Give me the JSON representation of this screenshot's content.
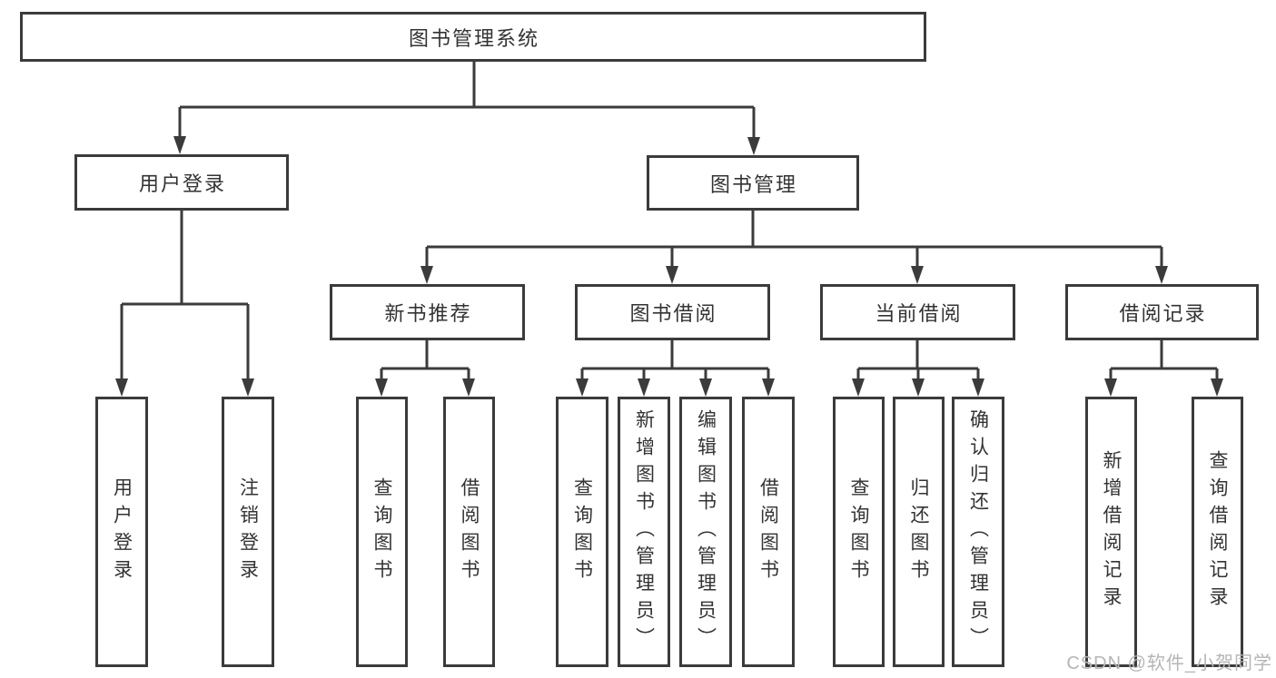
{
  "nodes": {
    "root": "图书管理系统",
    "user_login": "用户登录",
    "book_management": "图书管理",
    "new_book_recommend": "新书推荐",
    "book_borrow": "图书借阅",
    "current_borrow": "当前借阅",
    "borrow_records": "借阅记录",
    "leaves": {
      "user": [
        "用户登录",
        "注销登录"
      ],
      "new_book": [
        "查询图书",
        "借阅图书"
      ],
      "book_borrow": [
        "查询图书",
        "新增图书（管理员）",
        "编辑图书（管理员）",
        "借阅图书"
      ],
      "current_borrow": [
        "查询图书",
        "归还图书",
        "确认归还（管理员）"
      ],
      "borrow_records": [
        "新增借阅记录",
        "查询借阅记录"
      ]
    }
  },
  "watermark": "CSDN @软件_小贺同学",
  "colors": {
    "line": "#3b3b3b",
    "text": "#333333",
    "watermark": "#b5b5b5",
    "background": "#ffffff"
  }
}
